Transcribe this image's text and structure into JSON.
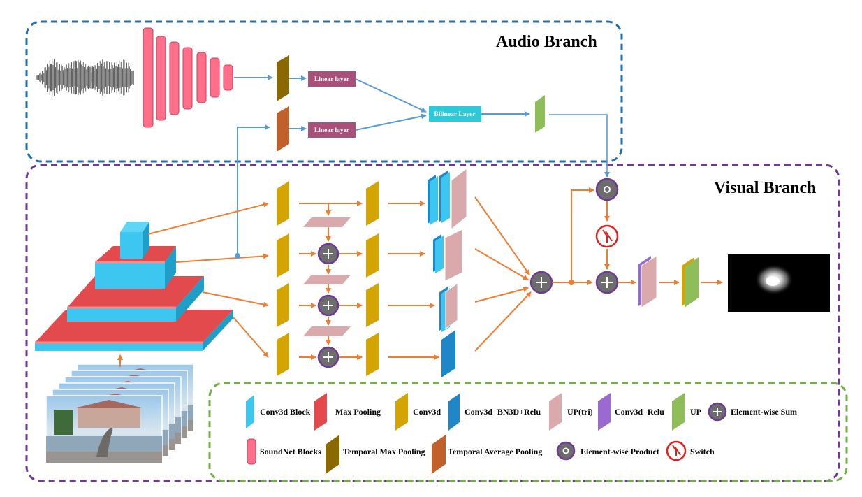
{
  "audio_branch": {
    "title": "Audio Branch",
    "linear_layer_top": "Linear layer",
    "linear_layer_bottom": "Linear layer",
    "bilinear_layer": "Bilinear Layer"
  },
  "visual_branch": {
    "title": "Visual Branch"
  },
  "legend": {
    "items": [
      "Conv3d Block",
      "Max Pooling",
      "Conv3d",
      "Conv3d+BN3D+Relu",
      "UP(tri)",
      "Conv3d+Relu",
      "UP",
      "Element-wise Sum",
      "SoundNet Blocks",
      "Temporal Max Pooling",
      "Temporal Average Pooling",
      "Element-wise Product",
      "Switch"
    ]
  },
  "colors": {
    "audio_border": "#1f6fb2",
    "visual_border": "#6f3a96",
    "legend_border": "#72b043",
    "arrow_orange": "#ee7d31",
    "arrow_blue": "#5b9bd5",
    "soundnet_pink": "#ff6f8a",
    "temporal_max": "#8a6a00",
    "temporal_avg": "#c0612b",
    "linear_layer": "#a9507a",
    "bilinear_layer": "#2ec9d6",
    "up_green": "#8fbd5a",
    "conv3d_gold": "#d4a400",
    "conv_bn_relu": "#1f86c7",
    "up_tri": "#d9a9ab",
    "conv_relu": "#9a6ad0",
    "max_pool_red": "#e24a4e",
    "conv_block_cyan": "#3cc6f0"
  }
}
